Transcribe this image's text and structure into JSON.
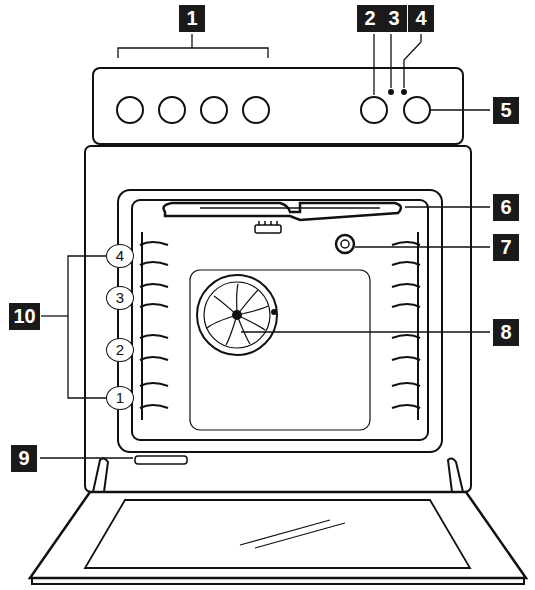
{
  "diagram": {
    "labels": [
      "1",
      "2",
      "3",
      "4",
      "5",
      "6",
      "7",
      "8",
      "9",
      "10",
      "4",
      "3",
      "2",
      "1"
    ]
  }
}
